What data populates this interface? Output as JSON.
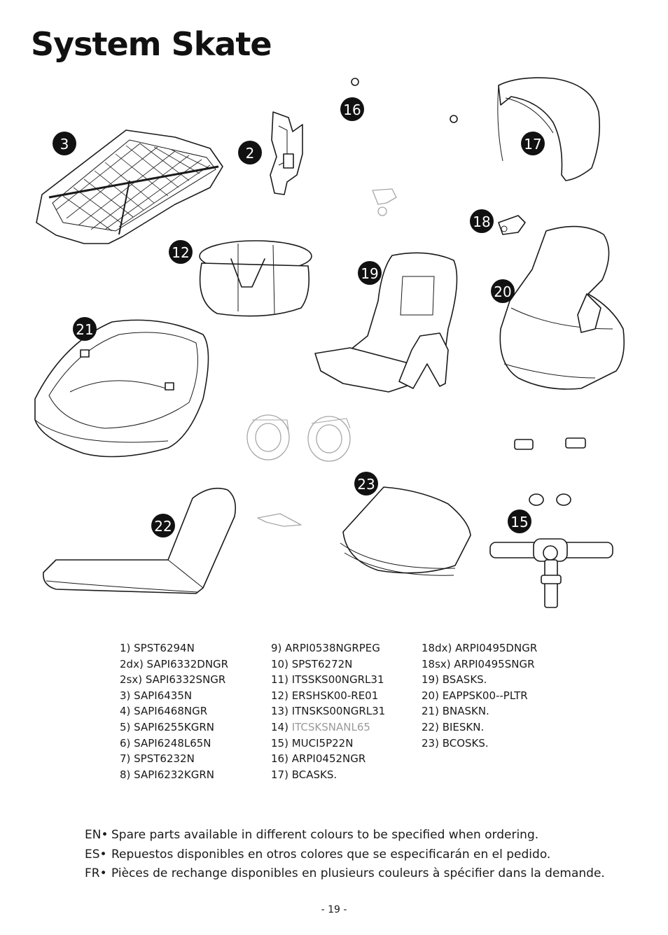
{
  "page": {
    "title": "System Skate",
    "page_number": "- 19 -"
  },
  "callouts": [
    "3",
    "2",
    "16",
    "17",
    "18",
    "12",
    "19",
    "20",
    "21",
    "23",
    "22",
    "15"
  ],
  "parts_list": {
    "col1": [
      "1) SPST6294N",
      "2dx) SAPI6332DNGR",
      "2sx) SAPI6332SNGR",
      "3) SAPI6435N",
      "4) SAPI6468NGR",
      "5) SAPI6255KGRN",
      "6) SAPI6248L65N",
      "7) SPST6232N",
      "8) SAPI6232KGRN"
    ],
    "col2": [
      "9) ARPI0538NGRPEG",
      "10) SPST6272N",
      "11) ITSSKS00NGRL31",
      "12) ERSHSK00-RE01",
      "13) ITNSKS00NGRL31"
    ],
    "col2_item14": {
      "prefix": "14) ",
      "code": "ITCSKSNANL65"
    },
    "col2_rest": [
      "15) MUCI5P22N",
      "16) ARPI0452NGR",
      "17) BCASKS."
    ],
    "col3": [
      "18dx) ARPI0495DNGR",
      "18sx) ARPI0495SNGR",
      "19) BSASKS.",
      "20) EAPPSK00--PLTR",
      "21) BNASKN.",
      "22) BIESKN.",
      "23) BCOSKS."
    ]
  },
  "notes": [
    {
      "lang": "EN",
      "bullet": "•",
      "text": "Spare parts available in different colours to be specified when ordering."
    },
    {
      "lang": "ES",
      "bullet": "•",
      "text": "Repuestos disponibles en otros colores que se especificarán en el pedido."
    },
    {
      "lang": "FR",
      "bullet": "•",
      "text": "Pièces de rechange disponibles en plusieurs couleurs à spécifier dans la demande."
    }
  ],
  "colors": {
    "ink": "#1a1a1a",
    "muted": "#9a9a9a",
    "callout": "#111111"
  }
}
